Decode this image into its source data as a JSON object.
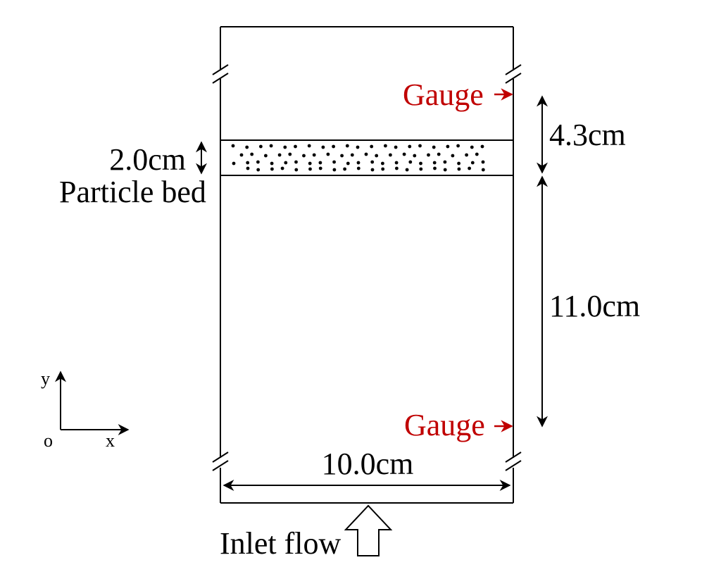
{
  "labels": {
    "bed_height": "2.0cm",
    "particle_bed": "Particle bed",
    "upper_distance": "4.3cm",
    "lower_distance": "11.0cm",
    "width": "10.0cm",
    "gauge_top": "Gauge",
    "gauge_bottom": "Gauge",
    "inlet_flow": "Inlet flow",
    "axis_y": "y",
    "axis_x": "x",
    "axis_origin": "o"
  },
  "colors": {
    "line": "#000000",
    "gauge": "#c00000",
    "background": "#ffffff"
  },
  "icons": {
    "inlet": "hollow-up-arrow-icon",
    "gauge_marker": "arrow-right-icon",
    "break_marker": "double-slash-break-icon"
  }
}
